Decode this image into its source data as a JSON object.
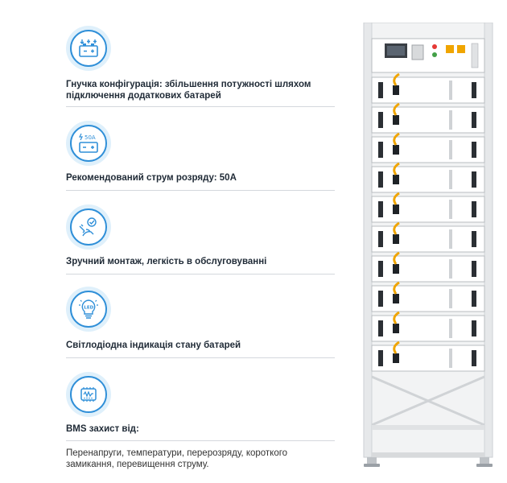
{
  "features": [
    {
      "icon": "battery-config-icon",
      "title": "Гнучка конфігурація: збільшення потужності шляхом підключення додаткових батарей"
    },
    {
      "icon": "battery-current-icon",
      "icon_label": "50A",
      "title": "Рекомендований струм розряду: 50A"
    },
    {
      "icon": "hand-wrench-check-icon",
      "title": "Зручний монтаж, легкість в обслуговуванні"
    },
    {
      "icon": "led-bulb-icon",
      "icon_label": "LED",
      "title": "Світлодіодна індикація стану батарей"
    },
    {
      "icon": "bms-chip-icon",
      "title": "BMS захист від:"
    }
  ],
  "bms_description": "Перенапруги, температури, перерозряду, короткого замикання, перевищення струму.",
  "colors": {
    "accent": "#2f8fd8",
    "accent_light": "#dff0fb",
    "cable": "#f0a500"
  }
}
